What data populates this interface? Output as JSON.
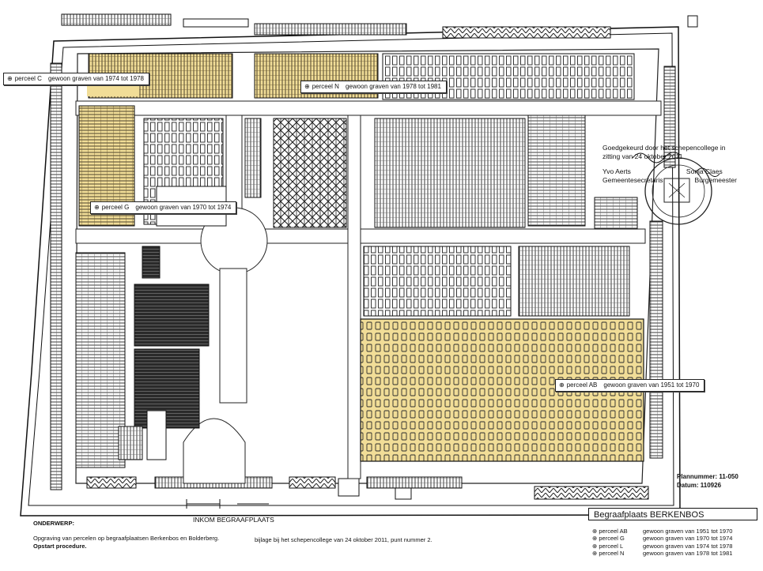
{
  "parcels": [
    {
      "id": "C",
      "label": "perceel C",
      "desc": "gewoon graven van 1974 tot 1978"
    },
    {
      "id": "N",
      "label": "perceel N",
      "desc": "gewoon graven van 1978 tot 1981"
    },
    {
      "id": "G",
      "label": "perceel G",
      "desc": "gewoon graven van 1970 tot 1974"
    },
    {
      "id": "AB",
      "label": "perceel AB",
      "desc": "gewoon graven van 1951 tot 1970"
    }
  ],
  "callout_marker": "⊕",
  "approval": {
    "line1": "Goedgekeurd door het schepencollege in",
    "line2": "zitting van 24 oktober 2011",
    "name1": "Yvo Aerts",
    "name2": "Sonja Claes",
    "role1": "Gemeentesecretaris",
    "role2": "Burgemeester"
  },
  "plan_meta": {
    "plannummer_label": "Plannummer: 11-050",
    "datum_label": "Datum: 110926"
  },
  "subject": {
    "header": "ONDERWERP:",
    "line1": "Opgraving van percelen op begraafplaatsen Berkenbos en Bolderberg.",
    "line2": "Opstart procedure.",
    "bijlage": "bijlage bij het schepencollege van 24 oktober 2011, punt nummer 2."
  },
  "entrance": "INKOM BEGRAAFPLAATS",
  "legend": {
    "title": "Begraafplaats BERKENBOS",
    "rows": [
      {
        "label": "perceel AB",
        "desc": "gewoon graven van 1951 tot 1970"
      },
      {
        "label": "perceel G",
        "desc": "gewoon graven van 1970 tot 1974"
      },
      {
        "label": "perceel L",
        "desc": "gewoon graven van 1974 tot 1978"
      },
      {
        "label": "perceel N",
        "desc": "gewoon graven van 1978 tot 1981"
      }
    ]
  },
  "colors": {
    "highlight": "#f1dd97",
    "ink": "#1a1a1a",
    "path": "#ffffff"
  }
}
